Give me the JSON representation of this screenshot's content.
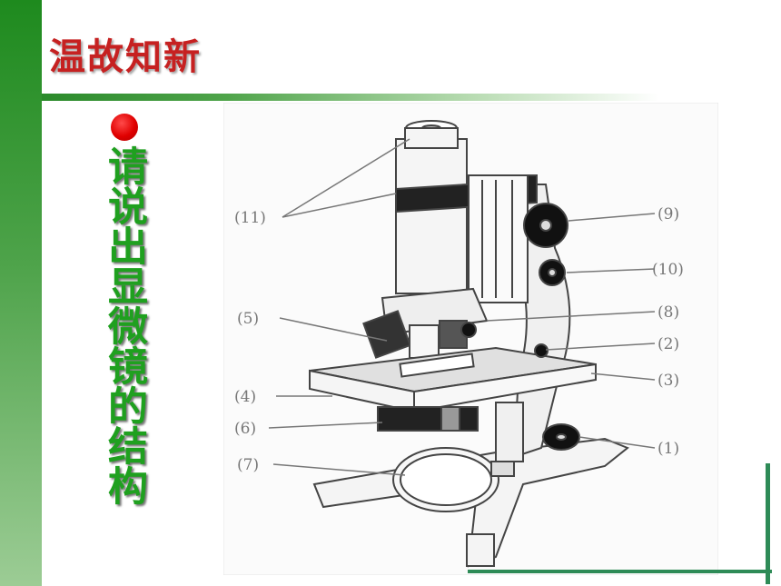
{
  "slide": {
    "title": "温故知新",
    "prompt": "请说出显微镜的结构"
  },
  "diagram": {
    "labels": [
      "(11)",
      "(9)",
      "(10)",
      "(5)",
      "(8)",
      "(2)",
      "(3)",
      "(4)",
      "(6)",
      "(1)",
      "(7)"
    ]
  },
  "colors": {
    "title": "#c62121",
    "prompt": "#1fa01f",
    "accent_green": "#2e8b57",
    "bullet": "#e00000"
  }
}
